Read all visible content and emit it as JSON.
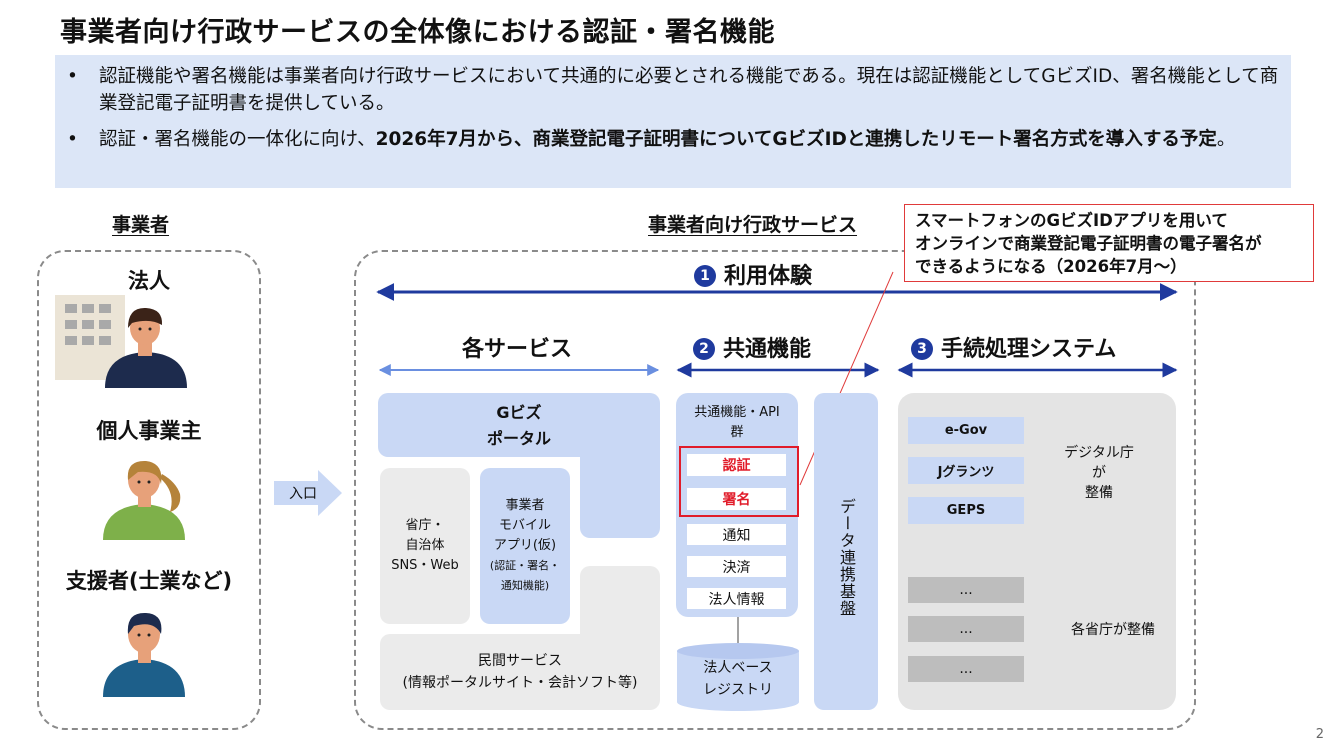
{
  "title": "事業者向け行政サービスの全体像における認証・署名機能",
  "summary": {
    "bullet": "•",
    "item1": "認証機能や署名機能は事業者向け行政サービスにおいて共通的に必要とされる機能である。現在は認証機能としてGビズID、署名機能として商業登記電子証明書を提供している。",
    "item2_pre": "認証・署名機能の一体化に向け、",
    "item2_bold": "2026年7月から、商業登記電子証明書についてGビズIDと連携したリモート署名方式を導入する予定",
    "item2_post": "。"
  },
  "left": {
    "header": "事業者",
    "persons": [
      "法人",
      "個人事業主",
      "支援者(士業など)"
    ]
  },
  "entrance": "入口",
  "right": {
    "header": "事業者向け行政サービス",
    "experience": {
      "num": "1",
      "label": "利用体験"
    },
    "services": {
      "label": "各サービス"
    },
    "common": {
      "num": "2",
      "label": "共通機能"
    },
    "procedure": {
      "num": "3",
      "label": "手続処理システム"
    }
  },
  "callout": {
    "line1": "スマートフォンのGビズIDアプリを用いて",
    "line2": "オンラインで商業登記電子証明書の電子署名が",
    "line3": "できるようになる（2026年7月～）"
  },
  "services": {
    "portal_line1": "Gビズ",
    "portal_line2": "ポータル",
    "gov_line1": "省庁・",
    "gov_line2": "自治体",
    "gov_line3": "SNS・Web",
    "mobile_line1": "事業者",
    "mobile_line2": "モバイル",
    "mobile_line3": "アプリ(仮)",
    "mobile_line4": "(認証・署名・",
    "mobile_line5": "通知機能)",
    "private_line1": "民間サービス",
    "private_line2": "(情報ポータルサイト・会計ソフト等)"
  },
  "common": {
    "api_line1": "共通機能・API",
    "api_line2": "群",
    "auth": "認証",
    "sign": "署名",
    "notify": "通知",
    "payment": "決済",
    "corp_info": "法人情報",
    "registry_line1": "法人ベース",
    "registry_line2": "レジストリ",
    "data_platform": "データ連携基盤"
  },
  "procedure": {
    "digital": [
      "e-Gov",
      "Jグランツ",
      "GEPS"
    ],
    "digital_label_line1": "デジタル庁が",
    "digital_label_line2": "整備",
    "ministry": [
      "...",
      "...",
      "..."
    ],
    "ministry_label": "各省庁が整備"
  },
  "page_number": "2",
  "colors": {
    "arrow_dark": "#1f3a9e",
    "arrow_light": "#6a8fe0",
    "accent_red": "#e11c2a",
    "summary_bg": "#dce6f7"
  }
}
